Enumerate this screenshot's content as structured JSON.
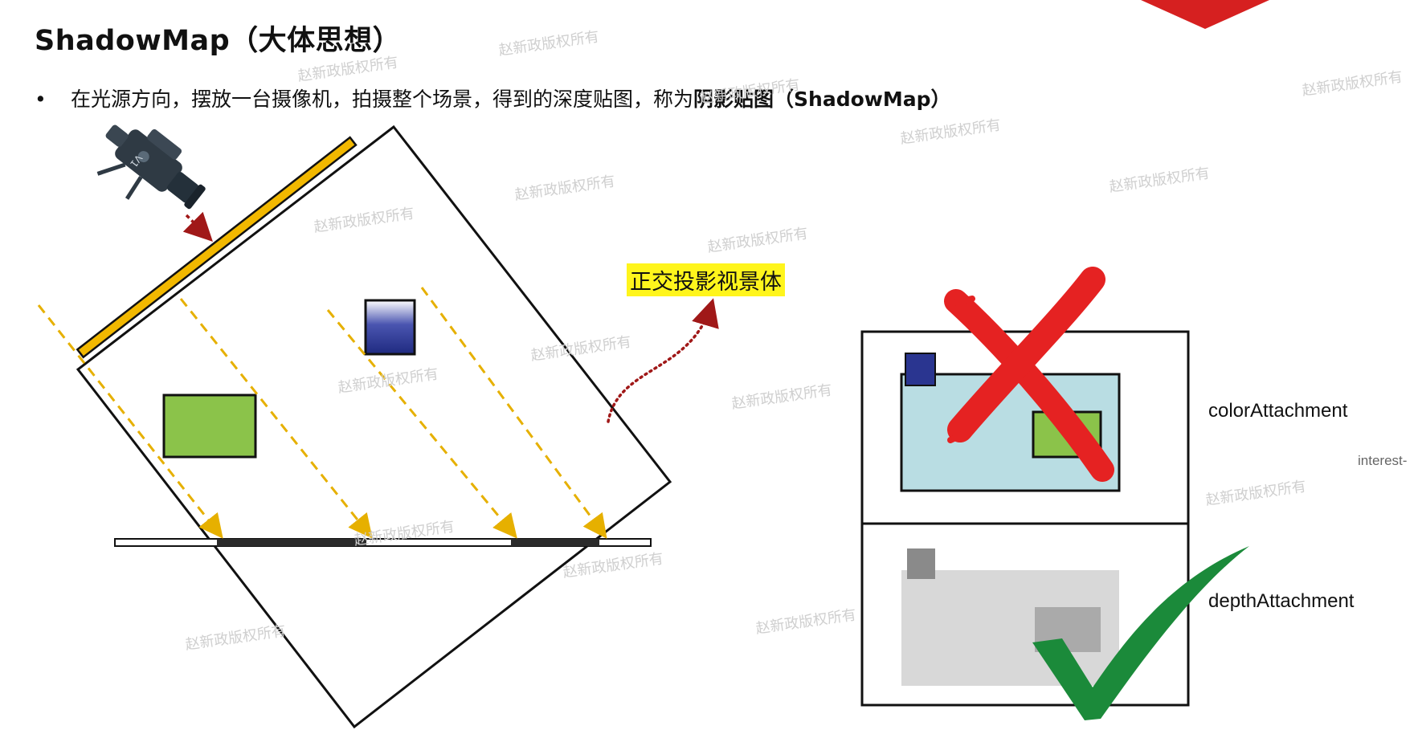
{
  "slide": {
    "title": "ShadowMap（大体思想）",
    "bullet": {
      "marker": "•",
      "text_before": "在光源方向，摆放一台摄像机，拍摄整个场景，得到的深度贴图，称为",
      "text_bold": "阴影贴图",
      "text_after": "（ShadowMap）"
    }
  },
  "diagram": {
    "callout_label": "正交投影视景体",
    "color_attachment_label": "colorAttachment",
    "depth_attachment_label": "depthAttachment",
    "clipped_edge_text": "interest-",
    "camera_badge_text": "V1",
    "colors": {
      "light_plane": "#f2b800",
      "light_rays": "#e6b000",
      "blue_cube": "#2a3590",
      "green_box": "#8bc34a",
      "color_buffer_bg": "#b9dde3",
      "red_cross": "#e52222",
      "green_check": "#1b8a3a",
      "arrow_red": "#a01818",
      "banner_red": "#d62020",
      "depth_gray_light": "#d8d8d8",
      "depth_gray_mid": "#aaaaaa",
      "depth_gray_dark": "#8a8a8a"
    }
  },
  "watermark": {
    "text": "赵新政版权所有"
  }
}
